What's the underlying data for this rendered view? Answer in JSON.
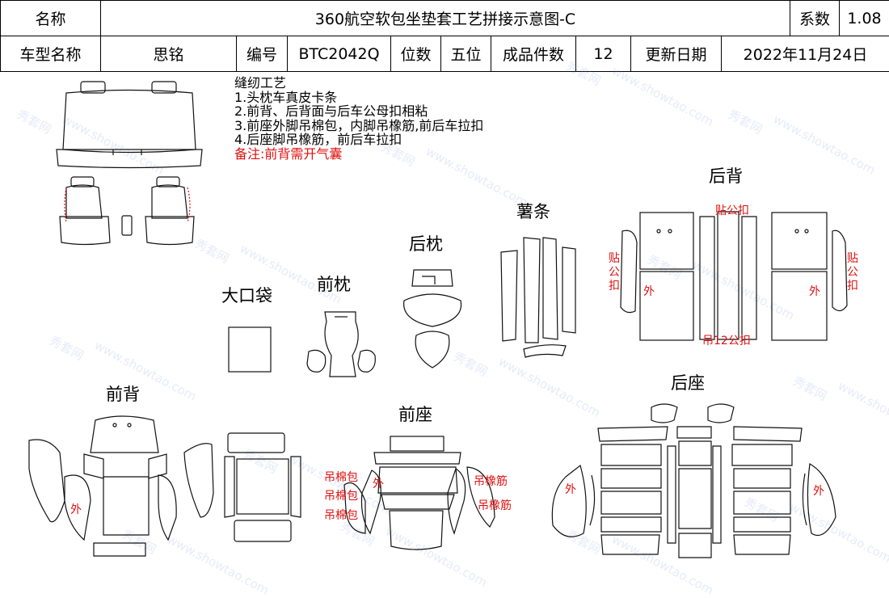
{
  "header": {
    "name_label": "名称",
    "title": "360航空软包坐垫套工艺拼接示意图-C",
    "coef_label": "系数",
    "coef_value": "1.08",
    "model_label": "车型名称",
    "model_value": "思铭",
    "code_label": "编号",
    "code_value": "BTC2042Q",
    "seats_label": "位数",
    "seats_value": "五位",
    "pieces_label": "成品件数",
    "pieces_value": "12",
    "date_label": "更新日期",
    "date_value": "2022年11月24日"
  },
  "notes": {
    "title": "缝纫工艺",
    "items": [
      "1.头枕车真皮卡条",
      "2.前背、后背面与后车公母扣相粘",
      "3.前座外脚吊棉包，内脚吊橡筋,前后车拉扣",
      "4.后座脚吊橡筋，前后车拉扣"
    ],
    "remark": "备注:前背需开气囊"
  },
  "sections": {
    "big_pocket": "大口袋",
    "front_headrest": "前枕",
    "rear_headrest": "后枕",
    "strip": "薯条",
    "rear_back": "后背",
    "front_back": "前背",
    "front_seat": "前座",
    "rear_seat": "后座"
  },
  "annotations": {
    "stick_male_clip": "贴公扣",
    "hang_12_clip": "吊12公扣",
    "outer": "外",
    "cotton_bag": "吊棉包",
    "elastic": "吊橡筋"
  },
  "watermark": {
    "brand": "秀套网",
    "url": "www.showtao.com"
  }
}
